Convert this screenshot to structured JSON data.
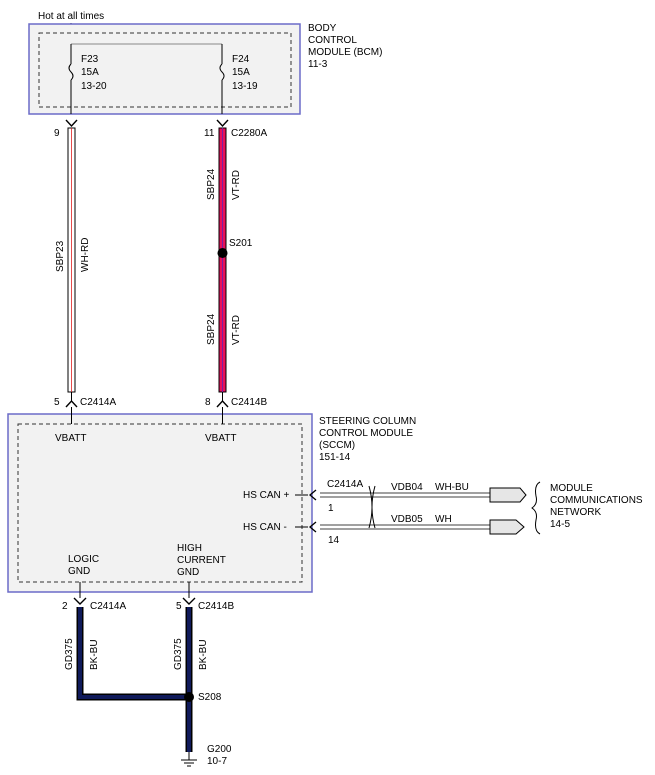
{
  "header": {
    "hot_label": "Hot at all times"
  },
  "bcm": {
    "name": [
      "BODY",
      "CONTROL",
      "MODULE (BCM)",
      "11-3"
    ],
    "fuse_left": {
      "id": "F23",
      "rating": "15A",
      "ref": "13-20"
    },
    "fuse_right": {
      "id": "F24",
      "rating": "15A",
      "ref": "13-19"
    }
  },
  "wire_left": {
    "pin_top": "9",
    "circuit": "SBP23",
    "color": "WH-RD",
    "pin_bottom": "5",
    "connector_bottom": "C2414A",
    "colors": {
      "base": "#ffffff",
      "stripe": "#e02020"
    }
  },
  "wire_right": {
    "pin_top": "11",
    "connector_top": "C2280A",
    "circuit": "SBP24",
    "color": "VT-RD",
    "splice": "S201",
    "pin_bottom": "8",
    "connector_bottom": "C2414B",
    "colors": {
      "base": "#e8105a",
      "stripe": "#7a1fa0"
    }
  },
  "sccm": {
    "name": [
      "STEERING COLUMN",
      "CONTROL MODULE",
      "(SCCM)",
      "151-14"
    ],
    "vbatt_left": "VBATT",
    "vbatt_right": "VBATT",
    "hs_can_plus": "HS CAN +",
    "hs_can_minus": "HS CAN -",
    "logic_gnd": [
      "LOGIC",
      "GND"
    ],
    "high_current_gnd": [
      "HIGH",
      "CURRENT",
      "GND"
    ]
  },
  "can": {
    "connector": "C2414A",
    "plus": {
      "pin": "1",
      "circuit": "VDB04",
      "color": "WH-BU"
    },
    "minus": {
      "pin": "14",
      "circuit": "VDB05",
      "color": "WH"
    },
    "network": [
      "MODULE",
      "COMMUNICATIONS",
      "NETWORK",
      "14-5"
    ]
  },
  "ground": {
    "left": {
      "pin": "2",
      "connector": "C2414A",
      "circuit": "GD375",
      "color": "BK-BU"
    },
    "right": {
      "pin": "5",
      "connector": "C2414B",
      "circuit": "GD375",
      "color": "BK-BU"
    },
    "splice": "S208",
    "point": "G200",
    "point_ref": "10-7",
    "wire_color": "#101a5a"
  },
  "colors": {
    "module_border": "#6b6bc8",
    "module_fill": "#f2f2f2",
    "dash": "#333333"
  }
}
